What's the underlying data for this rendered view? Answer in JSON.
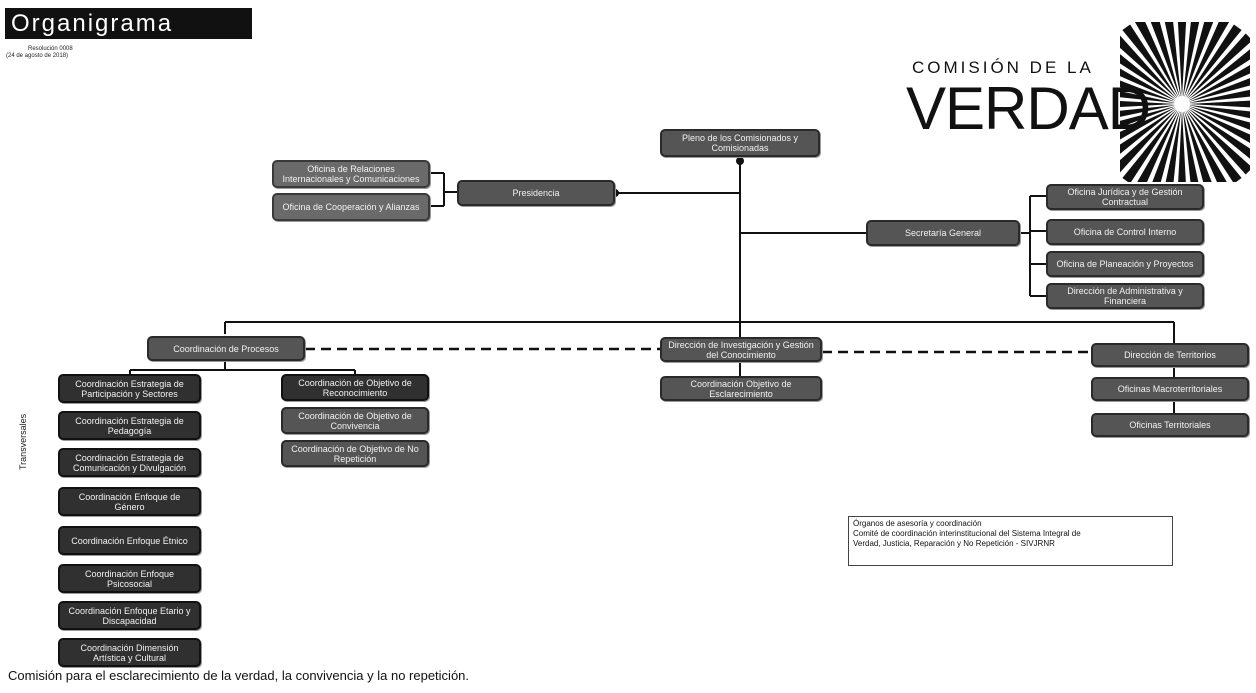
{
  "header": {
    "title": "Organigrama",
    "resolution_line1": "Resolución 0008",
    "resolution_line2": "(24 de agosto de 2018)"
  },
  "logo": {
    "top": "COMISIÓN DE LA",
    "main": "VERDAD"
  },
  "org": {
    "comite": "Pleno de los Comisionados y Comisionadas",
    "presidencia": "Presidencia",
    "oficina_relaciones": "Oficina de Relaciones Internacionales y Comunicaciones",
    "oficina_cooperacion": "Oficina de Cooperación y Alianzas",
    "secretaria": "Secretaría General",
    "oficina_juridica": "Oficina Jurídica y de Gestión Contractual",
    "oficina_control": "Oficina de Control Interno",
    "oficina_planeacion": "Oficina de Planeación y Proyectos",
    "direccion_admin": "Dirección de Administrativa y Financiera",
    "coord_procesos": "Coordinación de Procesos",
    "coord_participacion": "Coordinación Estrategia de Participación y Sectores",
    "coord_pedagogia": "Coordinación Estrategia de Pedagogía",
    "coord_comunicacion": "Coordinación Estrategia de Comunicación y Divulgación",
    "coord_genero": "Coordinación Enfoque de Género",
    "coord_etnico": "Coordinación Enfoque Étnico",
    "coord_psicosocial": "Coordinación Enfoque Psicosocial",
    "coord_etario": "Coordinación Enfoque Etario y Discapacidad",
    "coord_artistica": "Coordinación Dimensión Artística y Cultural",
    "coord_reconocimiento": "Coordinación de Objetivo de Reconocimiento",
    "coord_convivencia": "Coordinación de Objetivo de Convivencia",
    "coord_no_repeticion": "Coordinación de Objetivo de No Repetición",
    "direccion_investigacion": "Dirección de Investigación y Gestión del Conocimiento",
    "coord_esclarecimiento": "Coordinación Objetivo de Esclarecimiento",
    "direccion_territorios": "Dirección de Territorios",
    "oficinas_macro": "Oficinas Macroterritoriales",
    "oficinas_territoriales": "Oficinas Territoriales"
  },
  "side_label": "Transversales",
  "legend": {
    "line1": "Órganos de asesoría y coordinación",
    "line2": "Comité de coordinación interinstitucional del Sistema Integral de",
    "line3": "Verdad, Justicia, Reparación y No Repetición - SIVJRNR"
  },
  "footer": "Comisión para el esclarecimiento de la verdad, la convivencia y la no repetición."
}
